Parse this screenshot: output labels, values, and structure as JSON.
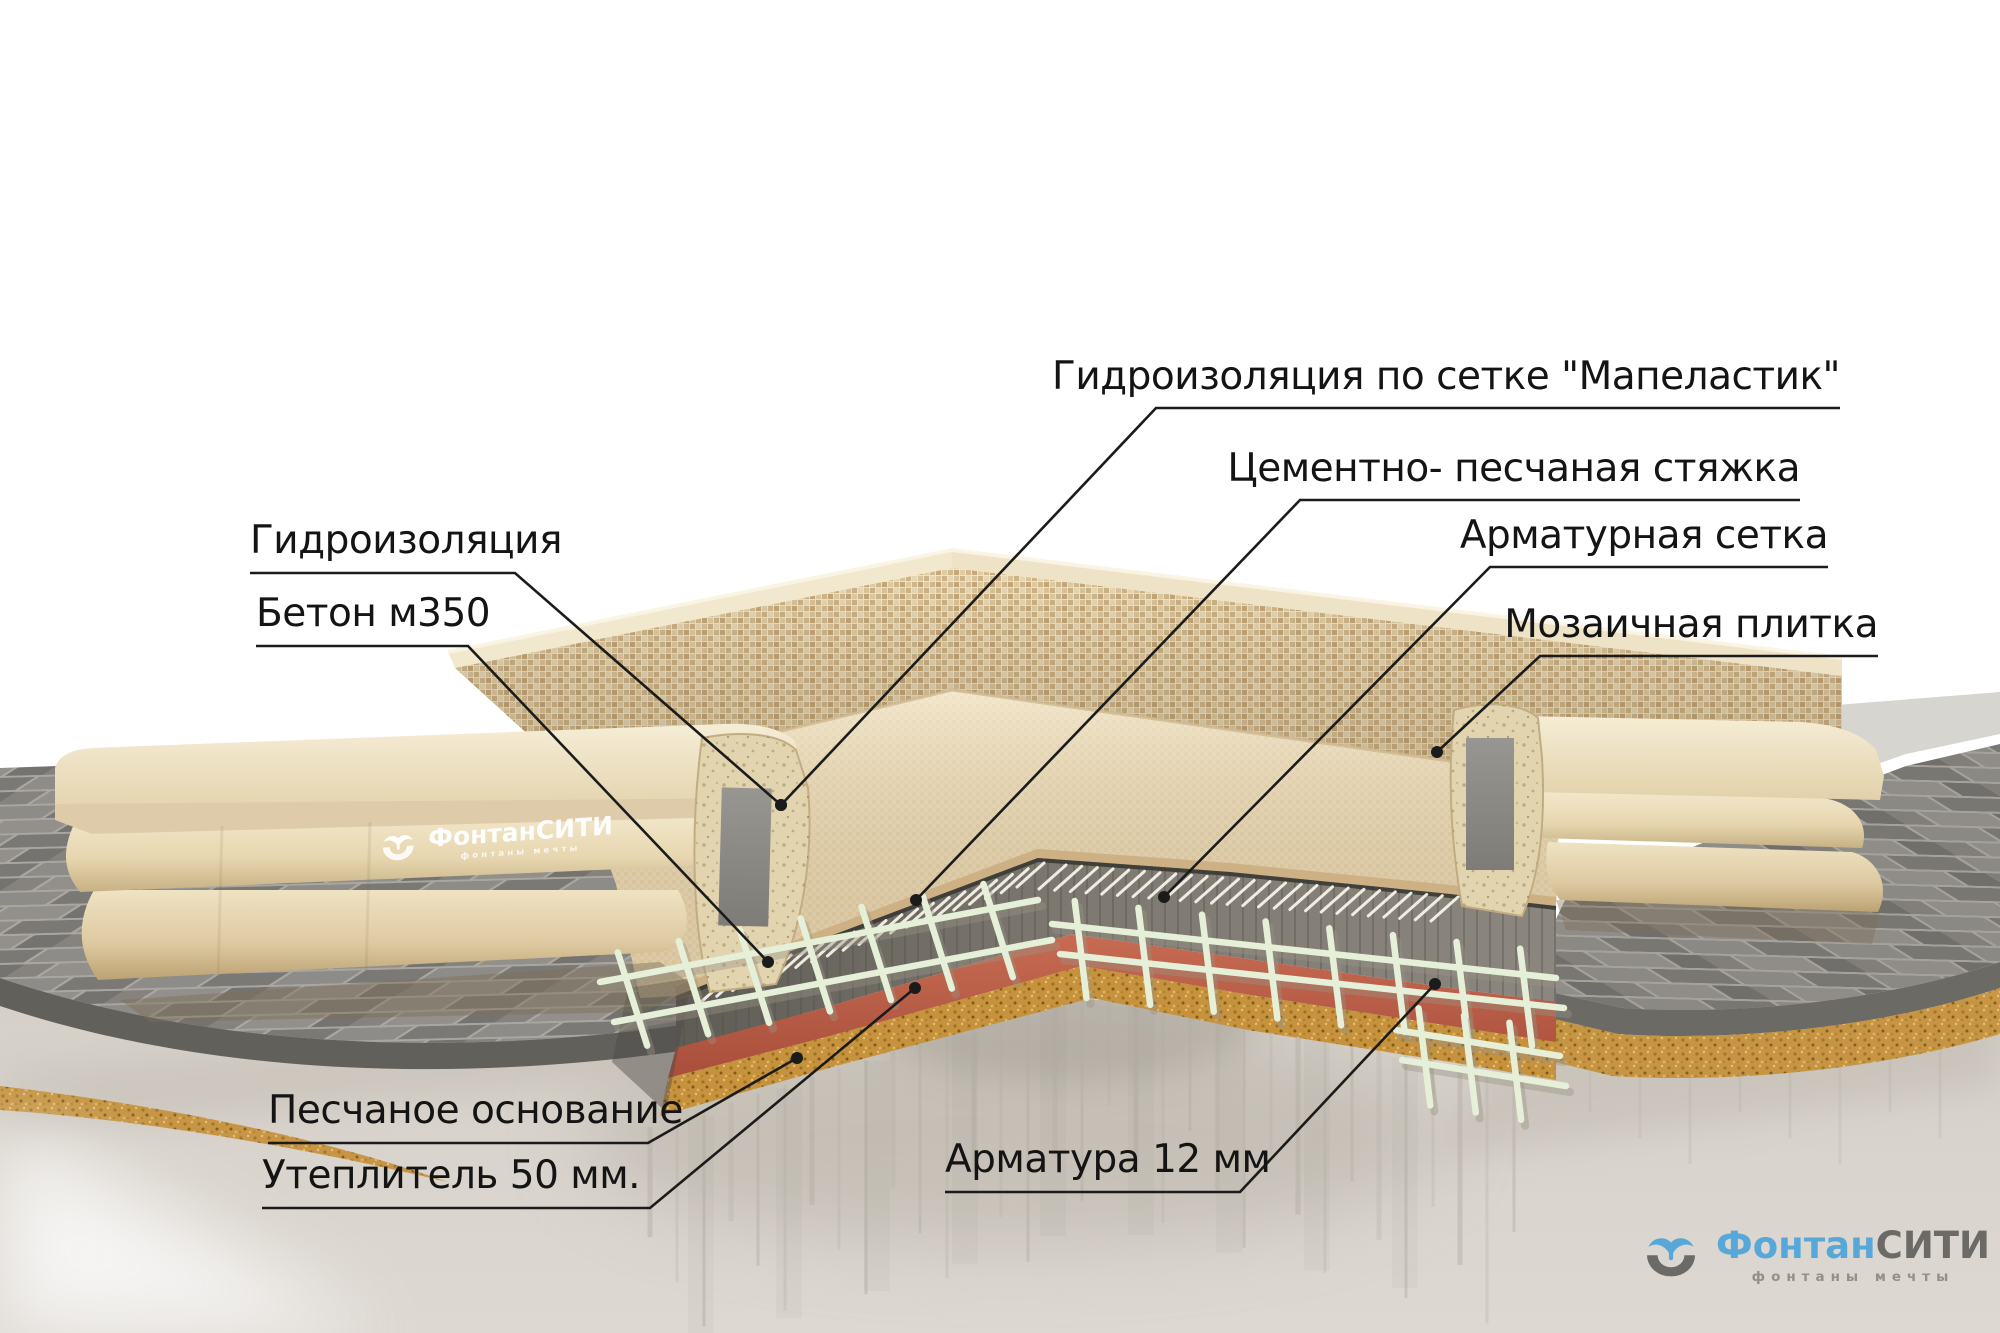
{
  "labels": {
    "mapelastic": {
      "text": "Гидроизоляция по сетке \"Мапеластик\""
    },
    "screed": {
      "text": "Цементно- песчаная стяжка"
    },
    "mesh": {
      "text": "Арматурная сетка"
    },
    "mosaic": {
      "text": "Мозаичная плитка"
    },
    "waterproofing": {
      "text": "Гидроизоляция"
    },
    "concrete": {
      "text": "Бетон м350"
    },
    "sand_base": {
      "text": "Песчаное основание"
    },
    "insulation": {
      "text": "Утеплитель 50 мм."
    },
    "rebar": {
      "text": "Арматура 12 мм"
    }
  },
  "logo": {
    "part1": "Фонтан",
    "part2": "СИТИ",
    "tagline": "фонтаны мечты"
  },
  "colors": {
    "accent_blue": "#57a8d8",
    "logo_gray": "#6b6a66",
    "ink": "#141414",
    "stone_light": "#eee2c4",
    "mosaic": "#e4d1a9",
    "floor": "#ead9b6",
    "concrete": "#7d7971",
    "concrete_dark": "#55534d",
    "insulation_red": "#bd5f49",
    "sand": "#c6923e",
    "ground": "#d8d3cb",
    "paving": "#8e8c88",
    "rebar_green": "#e6efd8",
    "leader": "#1b1b1b",
    "white_tick": "#f6f3e9"
  }
}
